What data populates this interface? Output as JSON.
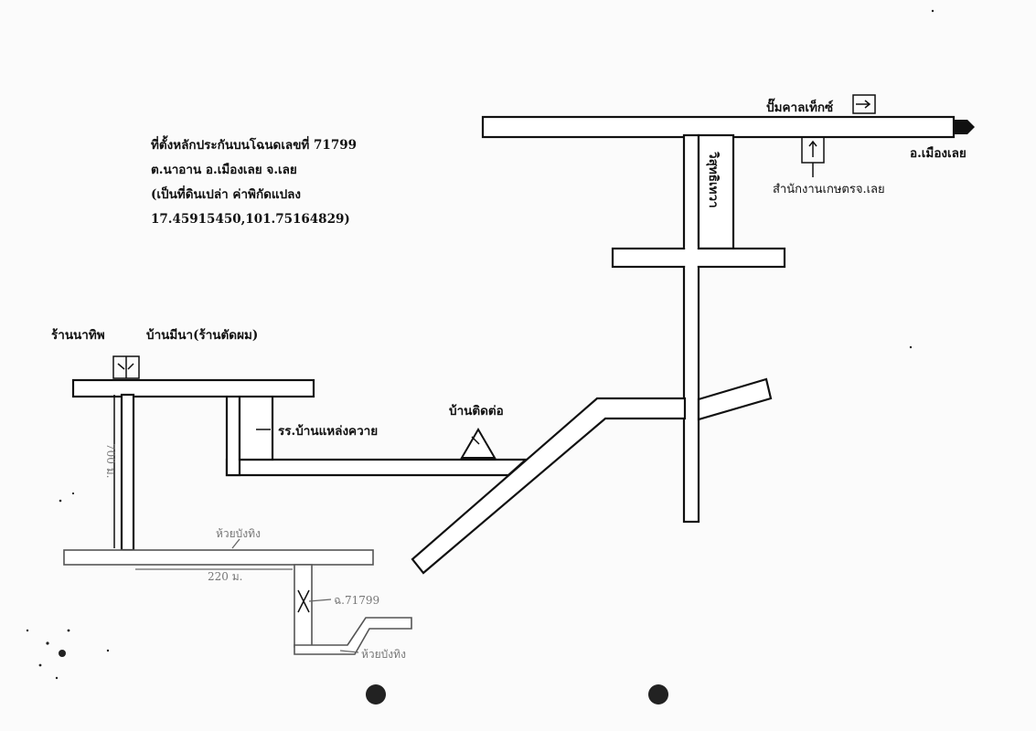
{
  "info": {
    "line1": "ที่ตั้งหลักประกันบนโฉนดเลขที่ 71799",
    "line2": "ต.นาอาน อ.เมืองเลย จ.เลย",
    "line3": "(เป็นที่ดินเปล่า ค่าพิกัดแปลง",
    "line4": "17.45915450,101.75164829)"
  },
  "labels": {
    "gas_station": "ปั๊มคาลเท็กซ์",
    "to_city": "อ.เมืองเลย",
    "agri_office": "สำนักงานเกษตรจ.เลย",
    "road_name": "วิสุทธิเทวา",
    "shop": "ร้านนาทิพ",
    "house": "บ้านมีนา(ร้านตัดผม)",
    "school": "รร.บ้านแหล่งควาย",
    "neighbor": "บ้านติดต่อ",
    "dist_vertical": "700 ม.",
    "dist_horizontal": "220 ม.",
    "creek_top": "ห้วยบังทิง",
    "deed": "ฉ.71799",
    "creek_bottom": "ห้วยบังทิง"
  },
  "icons": [
    "arrow-right-icon",
    "triangle-marker-icon",
    "x-mark-icon"
  ],
  "colors": {
    "ink": "#111111",
    "paper": "#fbfbfb",
    "faded": "#777777"
  }
}
